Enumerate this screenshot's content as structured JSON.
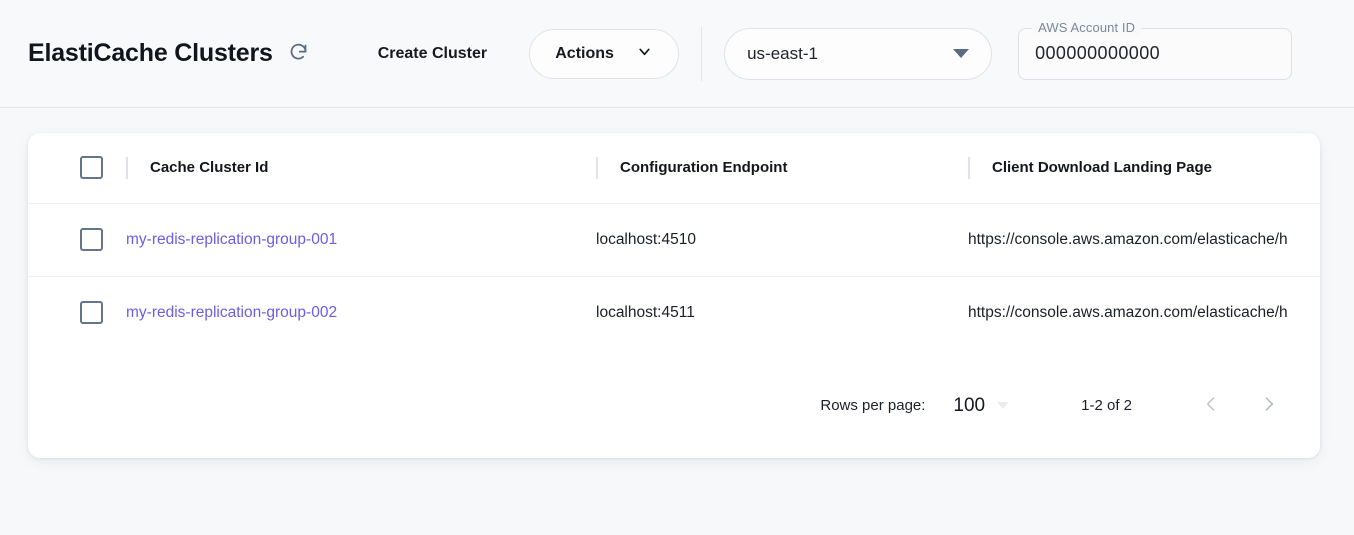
{
  "header": {
    "title": "ElastiCache Clusters",
    "refresh_icon": "refresh-icon",
    "create_cluster_label": "Create Cluster",
    "actions_label": "Actions",
    "actions_caret_icon": "chevron-down-icon",
    "region": {
      "selected": "us-east-1",
      "caret_icon": "dropdown-caret-icon"
    },
    "account": {
      "label": "AWS Account ID",
      "value": "000000000000"
    }
  },
  "table": {
    "columns": [
      "Cache Cluster Id",
      "Configuration Endpoint",
      "Client Download Landing Page"
    ],
    "rows": [
      {
        "cluster_id": "my-redis-replication-group-001",
        "endpoint": "localhost:4510",
        "landing_page": "https://console.aws.amazon.com/elasticache/h"
      },
      {
        "cluster_id": "my-redis-replication-group-002",
        "endpoint": "localhost:4511",
        "landing_page": "https://console.aws.amazon.com/elasticache/h"
      }
    ]
  },
  "pagination": {
    "rows_per_page_label": "Rows per page:",
    "rows_per_page_value": "100",
    "range": "1-2 of 2",
    "prev_icon": "chevron-left-icon",
    "next_icon": "chevron-right-icon"
  },
  "colors": {
    "link": "#6c5ce7",
    "accent": "#5b6b82",
    "page_bg": "#f7f8fa"
  }
}
